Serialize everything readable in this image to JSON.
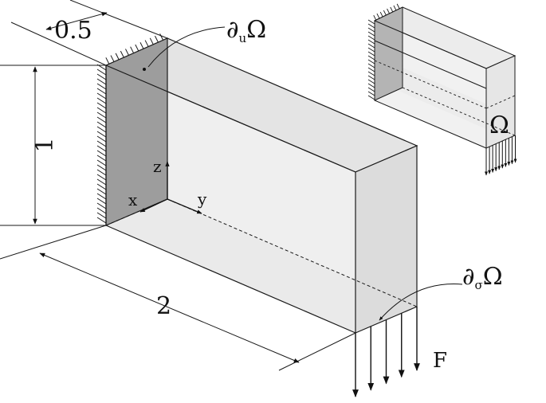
{
  "dimensions": {
    "depth": "0.5",
    "height": "1",
    "length": "2"
  },
  "axes": {
    "x": "x",
    "y": "y",
    "z": "z"
  },
  "boundaries": {
    "dirichlet": {
      "symbol": "∂",
      "subscript": "u",
      "domain": "Ω"
    },
    "neumann": {
      "symbol": "∂",
      "subscript": "σ",
      "domain": "Ω"
    }
  },
  "load_label": "F",
  "inset_label": "Ω",
  "colors": {
    "line": "#1a1a1a",
    "face_fixed": "#9c9c9c",
    "face_side": "#d9d9d9",
    "face_top": "#e6e6e6",
    "face_bottom": "#f2f2f2",
    "inset_fixed": "#b5b5b5",
    "inset_side": "#e3e3e3"
  }
}
